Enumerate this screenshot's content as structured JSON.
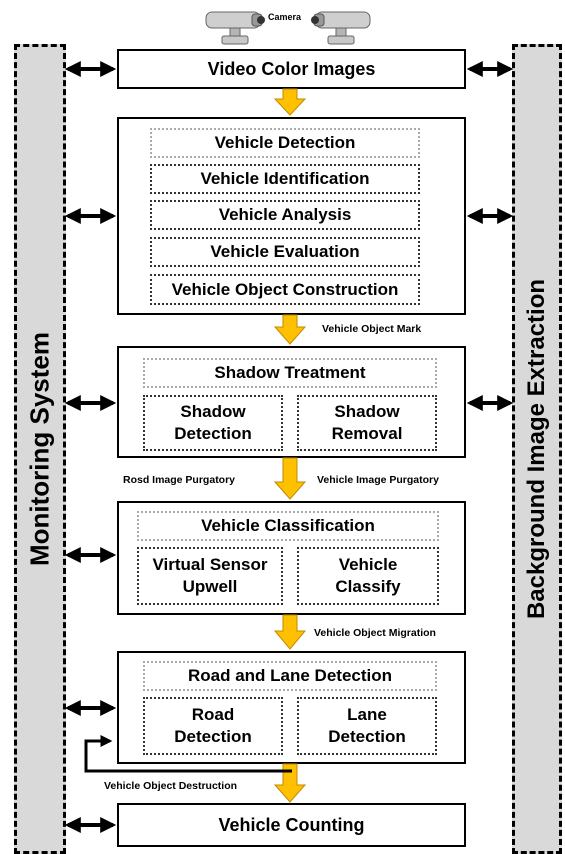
{
  "camera_label": "Camera",
  "left_panel": "Monitoring System",
  "right_panel": "Background Image Extraction",
  "blocks": {
    "video": "Video Color Images",
    "detection": {
      "items": [
        "Vehicle Detection",
        "Vehicle Identification",
        "Vehicle Analysis",
        "Vehicle Evaluation",
        "Vehicle Object Construction"
      ]
    },
    "shadow": {
      "title": "Shadow Treatment",
      "left": "Shadow\nDetection",
      "right": "Shadow\nRemoval"
    },
    "classification": {
      "title": "Vehicle Classification",
      "left": "Virtual Sensor\nUpwell",
      "right": "Vehicle\nClassify"
    },
    "road": {
      "title": "Road and Lane Detection",
      "left": "Road\nDetection",
      "right": "Lane\nDetection"
    },
    "counting": "Vehicle Counting"
  },
  "flow_labels": {
    "object_mark": "Vehicle Object Mark",
    "road_purgatory": "Rosd Image Purgatory",
    "vehicle_purgatory": "Vehicle Image Purgatory",
    "object_migration": "Vehicle Object Migration",
    "object_destruction": "Vehicle Object Destruction"
  },
  "colors": {
    "flow_arrow": "#ffc000",
    "flow_arrow_edge": "#c08a00",
    "panel_fill": "#d9d9d9"
  }
}
